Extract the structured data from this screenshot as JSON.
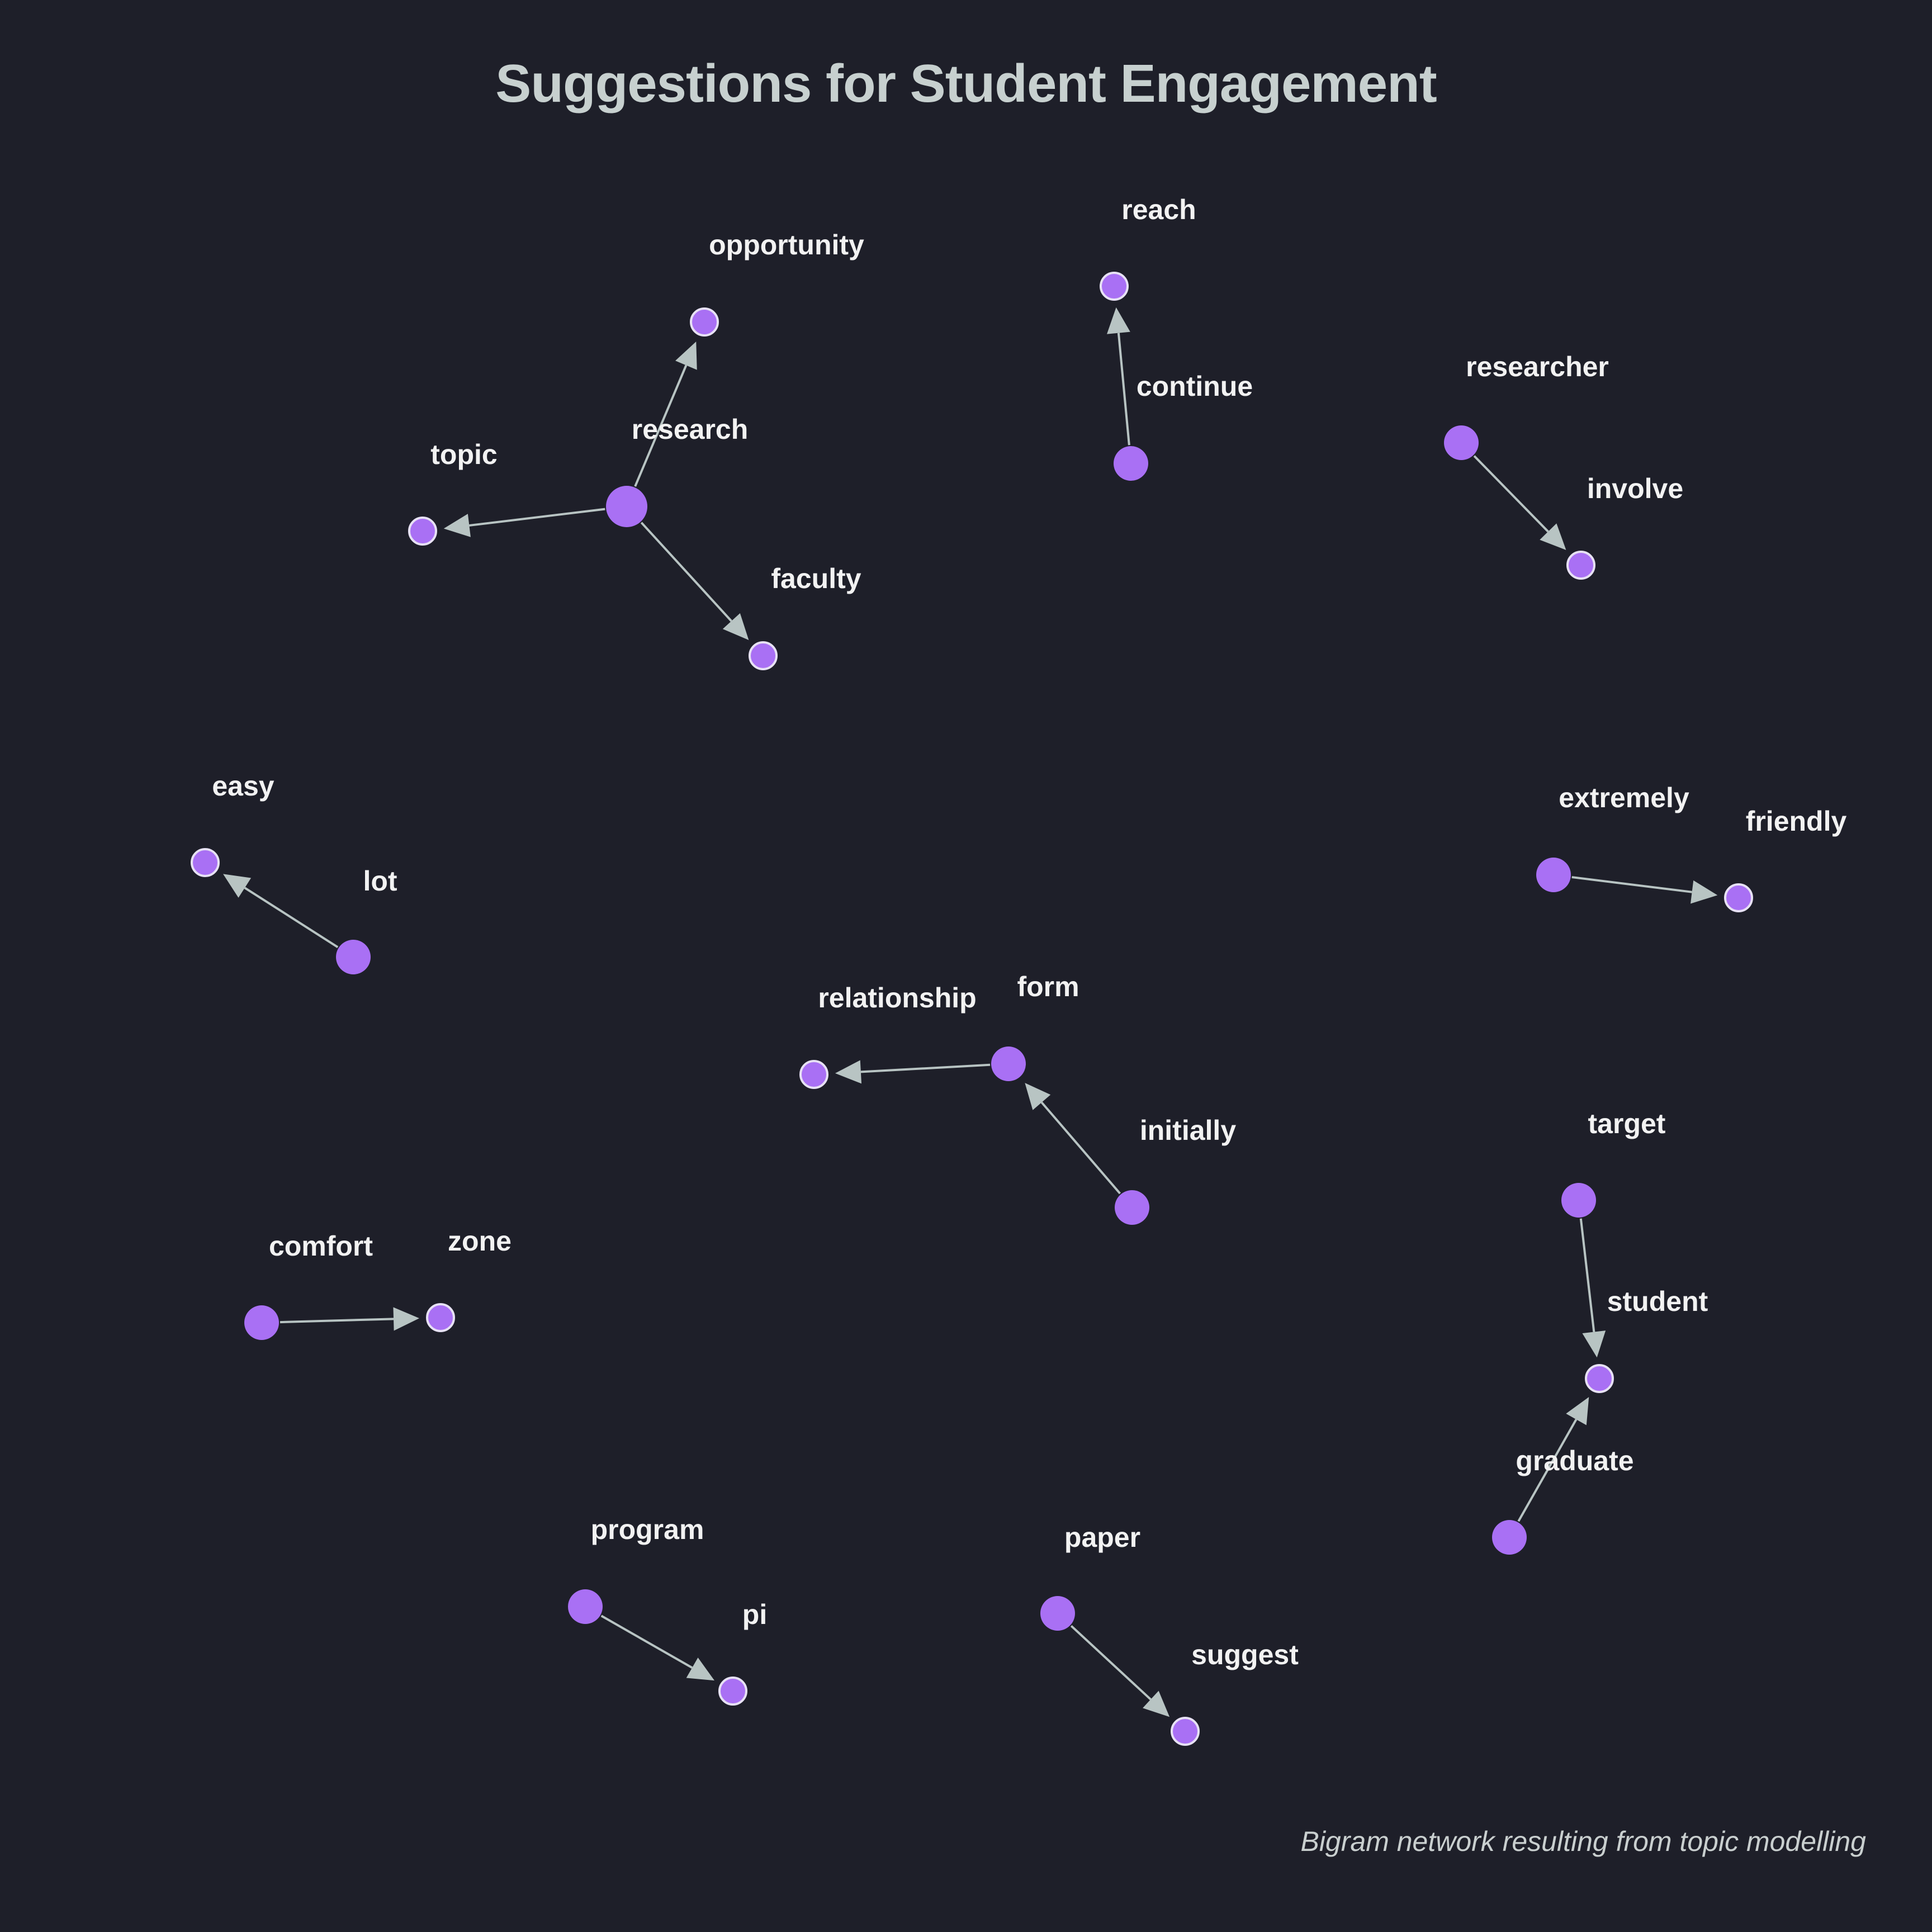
{
  "header": {
    "title": "Suggestions for Student Engagement"
  },
  "footer": {
    "caption": "Bigram network resulting from topic modelling"
  },
  "colors": {
    "background": "#1e1f29",
    "node": "#a970f4",
    "edge": "#b8c4c3",
    "label": "#f2f2f2"
  },
  "graph": {
    "type": "directed bigram network",
    "nodes": [
      {
        "id": "research",
        "label": "research"
      },
      {
        "id": "opportunity",
        "label": "opportunity"
      },
      {
        "id": "topic",
        "label": "topic"
      },
      {
        "id": "faculty",
        "label": "faculty"
      },
      {
        "id": "continue",
        "label": "continue"
      },
      {
        "id": "reach",
        "label": "reach"
      },
      {
        "id": "researcher",
        "label": "researcher"
      },
      {
        "id": "involve",
        "label": "involve"
      },
      {
        "id": "lot",
        "label": "lot"
      },
      {
        "id": "easy",
        "label": "easy"
      },
      {
        "id": "extremely",
        "label": "extremely"
      },
      {
        "id": "friendly",
        "label": "friendly"
      },
      {
        "id": "form",
        "label": "form"
      },
      {
        "id": "relationship",
        "label": "relationship"
      },
      {
        "id": "initially",
        "label": "initially"
      },
      {
        "id": "target",
        "label": "target"
      },
      {
        "id": "student",
        "label": "student"
      },
      {
        "id": "graduate",
        "label": "graduate"
      },
      {
        "id": "comfort",
        "label": "comfort"
      },
      {
        "id": "zone",
        "label": "zone"
      },
      {
        "id": "program",
        "label": "program"
      },
      {
        "id": "pi",
        "label": "pi"
      },
      {
        "id": "paper",
        "label": "paper"
      },
      {
        "id": "suggest",
        "label": "suggest"
      }
    ],
    "edges": [
      {
        "from": "research",
        "to": "opportunity"
      },
      {
        "from": "research",
        "to": "topic"
      },
      {
        "from": "research",
        "to": "faculty"
      },
      {
        "from": "continue",
        "to": "reach"
      },
      {
        "from": "researcher",
        "to": "involve"
      },
      {
        "from": "lot",
        "to": "easy"
      },
      {
        "from": "extremely",
        "to": "friendly"
      },
      {
        "from": "form",
        "to": "relationship"
      },
      {
        "from": "initially",
        "to": "form"
      },
      {
        "from": "target",
        "to": "student"
      },
      {
        "from": "graduate",
        "to": "student"
      },
      {
        "from": "comfort",
        "to": "zone"
      },
      {
        "from": "program",
        "to": "pi"
      },
      {
        "from": "paper",
        "to": "suggest"
      }
    ]
  }
}
